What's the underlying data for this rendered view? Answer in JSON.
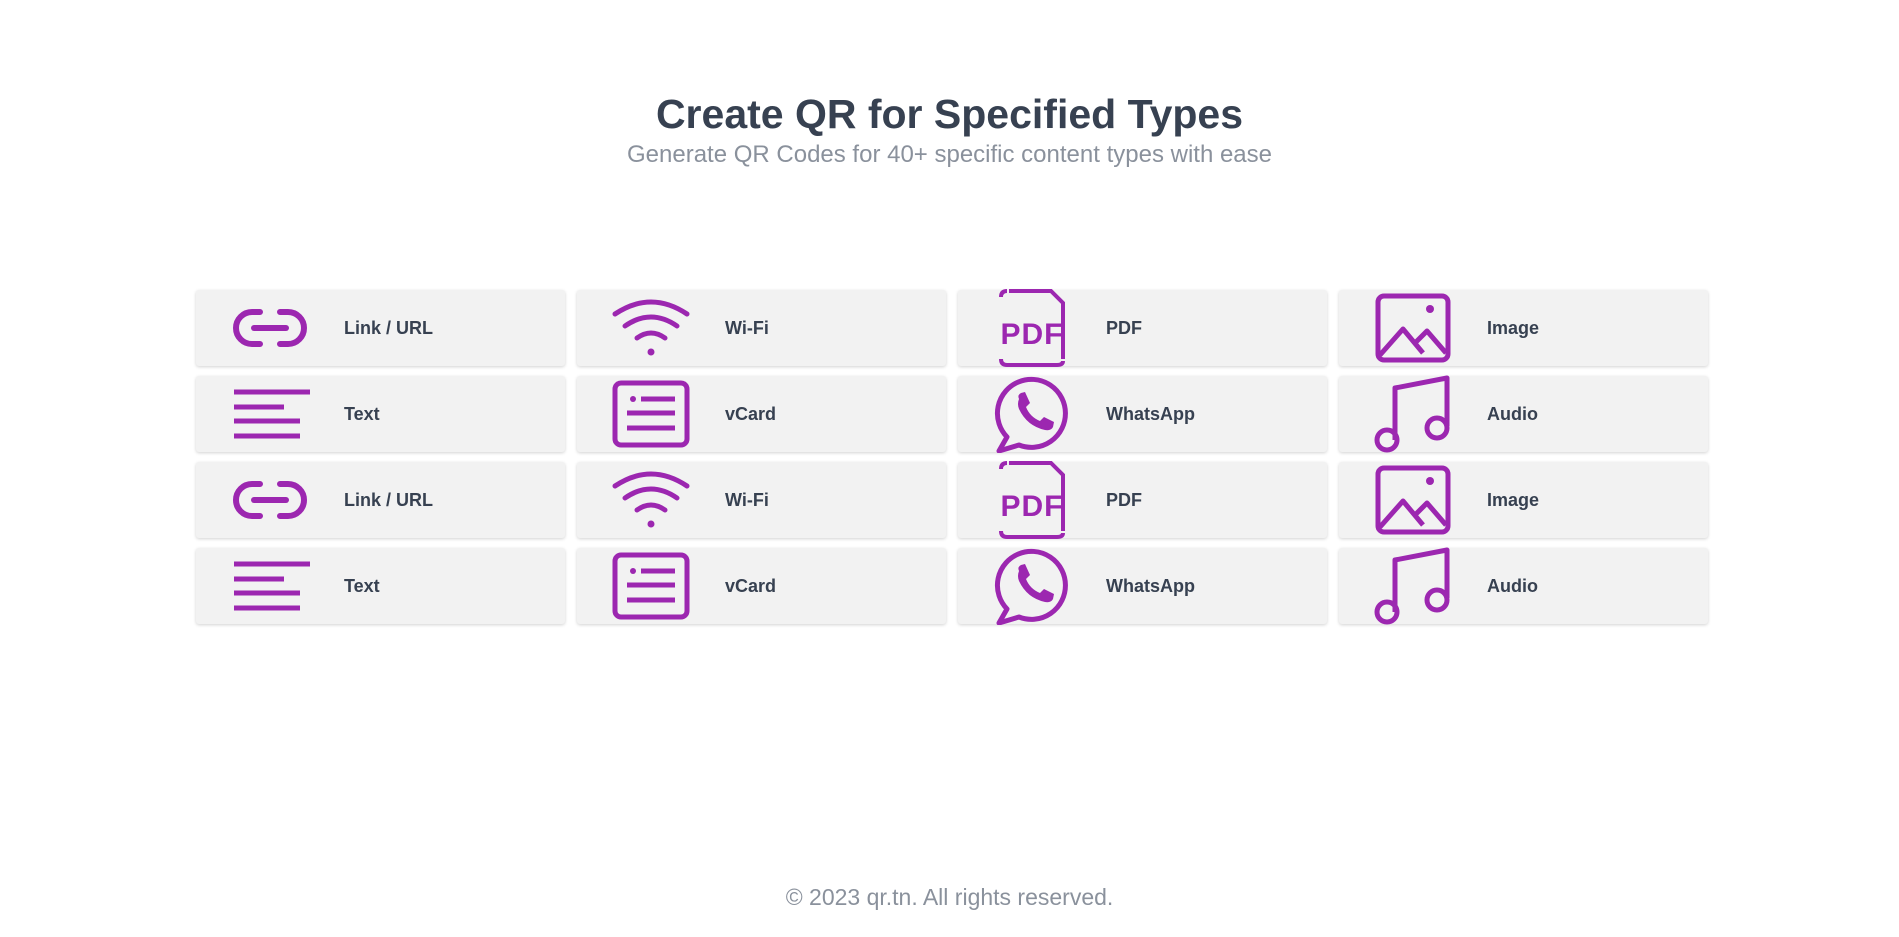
{
  "header": {
    "title": "Create QR for Specified Types",
    "subtitle": "Generate QR Codes for 40+ specific content types with ease"
  },
  "accent_color": "#9c27b0",
  "cards": [
    {
      "label": "Link / URL",
      "icon": "link-icon"
    },
    {
      "label": "Wi-Fi",
      "icon": "wifi-icon"
    },
    {
      "label": "PDF",
      "icon": "pdf-icon"
    },
    {
      "label": "Image",
      "icon": "image-icon"
    },
    {
      "label": "Text",
      "icon": "text-icon"
    },
    {
      "label": "vCard",
      "icon": "vcard-icon"
    },
    {
      "label": "WhatsApp",
      "icon": "whatsapp-icon"
    },
    {
      "label": "Audio",
      "icon": "music-icon"
    },
    {
      "label": "Link / URL",
      "icon": "link-icon"
    },
    {
      "label": "Wi-Fi",
      "icon": "wifi-icon"
    },
    {
      "label": "PDF",
      "icon": "pdf-icon"
    },
    {
      "label": "Image",
      "icon": "image-icon"
    },
    {
      "label": "Text",
      "icon": "text-icon"
    },
    {
      "label": "vCard",
      "icon": "vcard-icon"
    },
    {
      "label": "WhatsApp",
      "icon": "whatsapp-icon"
    },
    {
      "label": "Audio",
      "icon": "music-icon"
    }
  ],
  "footer": {
    "copyright": "© 2023 qr.tn. All rights reserved."
  }
}
